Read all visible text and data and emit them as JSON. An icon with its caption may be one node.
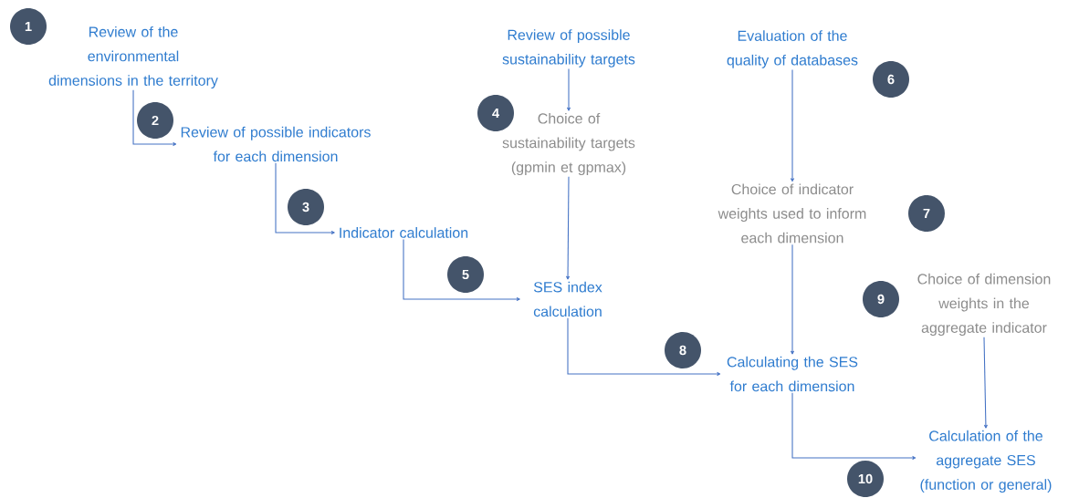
{
  "diagram": {
    "nodes": [
      {
        "text": [
          "Review of the environmental dimensions in the territory"
        ]
      },
      {
        "text": [
          "Review of possible indicators for each dimension"
        ]
      },
      {
        "text": [
          "Indicator calculation"
        ]
      },
      {
        "text": [
          "Review of possible sustainability targets"
        ]
      },
      {
        "text": [
          "Choice of sustainability targets (gpmin et gpmax)"
        ]
      },
      {
        "text": [
          "Evaluation of the quality of databases"
        ]
      },
      {
        "text": [
          "Choice of indicator weights used to inform each dimension"
        ]
      },
      {
        "text": [
          "SES index calculation"
        ]
      },
      {
        "text": [
          "Choice of dimension weights in the aggregate indicator"
        ]
      },
      {
        "text": [
          "Calculating the SES for each dimension"
        ]
      },
      {
        "text": [
          "Calculation of the aggregate SES (function or general)"
        ]
      },
      {
        "text": [
          "1"
        ]
      },
      {
        "text": [
          "2"
        ]
      },
      {
        "text": [
          "3"
        ]
      },
      {
        "text": [
          "4"
        ]
      },
      {
        "text": [
          "5"
        ]
      },
      {
        "text": [
          "6"
        ]
      },
      {
        "text": [
          "7"
        ]
      },
      {
        "text": [
          "8"
        ]
      },
      {
        "text": [
          "9"
        ]
      },
      {
        "text": [
          "10"
        ]
      }
    ],
    "edges": [
      {
        "from": 0,
        "to": 1,
        "arrow": "to"
      },
      {
        "from": 1,
        "to": 2,
        "arrow": "to"
      },
      {
        "from": 3,
        "to": 4,
        "arrow": "to"
      },
      {
        "from": 5,
        "to": 6,
        "arrow": "to"
      },
      {
        "from": 2,
        "to": 7,
        "arrow": "to"
      },
      {
        "from": 4,
        "to": 7,
        "arrow": "to"
      },
      {
        "from": 6,
        "to": 9,
        "arrow": "to"
      },
      {
        "from": 7,
        "to": 9,
        "arrow": "to"
      },
      {
        "from": 8,
        "to": 10,
        "arrow": "to"
      },
      {
        "from": 9,
        "to": 10,
        "arrow": "to"
      }
    ]
  }
}
